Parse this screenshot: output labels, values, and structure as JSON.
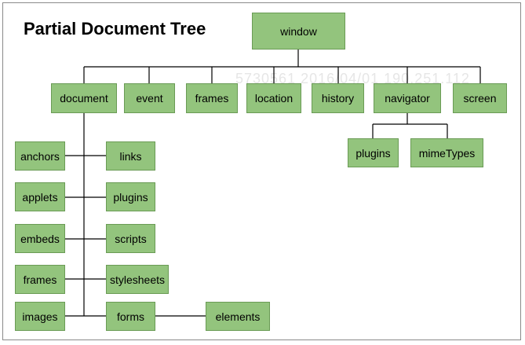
{
  "title": "Partial Document Tree",
  "watermark": "5730561 2016/04/01 190.251.112",
  "colors": {
    "node_fill": "#93c47d",
    "node_border": "#6a9b55",
    "line": "#000000"
  },
  "nodes": {
    "window": "window",
    "document": "document",
    "event": "event",
    "frames": "frames",
    "location": "location",
    "history": "history",
    "navigator": "navigator",
    "screen": "screen",
    "nav_plugins": "plugins",
    "mimeTypes": "mimeTypes",
    "anchors": "anchors",
    "links": "links",
    "applets": "applets",
    "doc_plugins": "plugins",
    "embeds": "embeds",
    "scripts": "scripts",
    "doc_frames": "frames",
    "stylesheets": "stylesheets",
    "images": "images",
    "forms": "forms",
    "elements": "elements"
  }
}
